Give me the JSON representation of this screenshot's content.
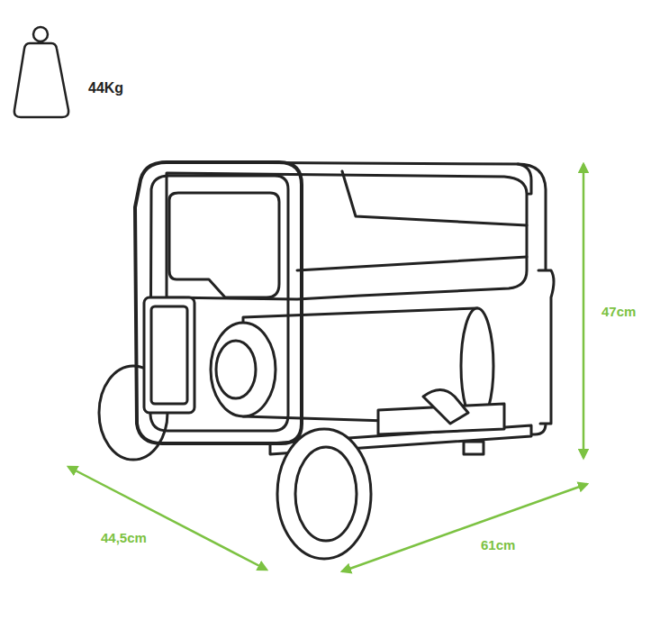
{
  "diagram": {
    "labels": [
      "44Kg",
      "47cm",
      "44,5cm",
      "61cm"
    ]
  }
}
